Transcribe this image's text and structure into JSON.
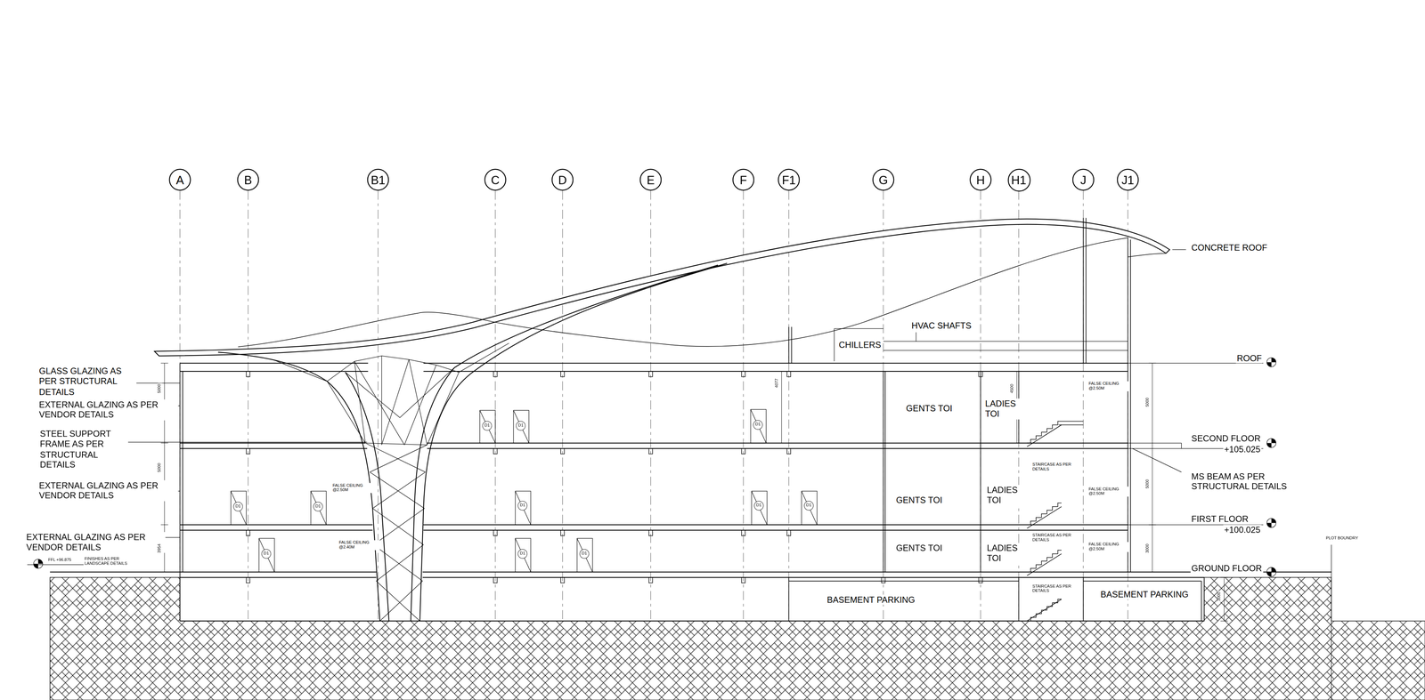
{
  "diagram": {
    "nodes": [
      {
        "text": [
          "A"
        ]
      },
      {
        "text": [
          "B"
        ]
      },
      {
        "text": [
          "B1"
        ]
      },
      {
        "text": [
          "C"
        ]
      },
      {
        "text": [
          "D"
        ]
      },
      {
        "text": [
          "E"
        ]
      },
      {
        "text": [
          "F"
        ]
      },
      {
        "text": [
          "F1"
        ]
      },
      {
        "text": [
          "G"
        ]
      },
      {
        "text": [
          "H"
        ]
      },
      {
        "text": [
          "H1"
        ]
      },
      {
        "text": [
          "J"
        ]
      },
      {
        "text": [
          "J1"
        ]
      }
    ],
    "labels": [
      "CONCRETE ROOF",
      "HVAC SHAFTS",
      "CHILLERS",
      "ROOF",
      "SECOND FLOOR",
      "+105.025",
      "MS BEAM AS PER STRUCTURAL DETAILS",
      "FIRST FLOOR",
      "+100.025",
      "GROUND FLOOR",
      "PLOT BOUNDRY",
      "GLASS GLAZING AS PER STRUCTURAL DETAILS",
      "EXTERNAL GLAZING AS PER VENDOR DETAILS",
      "STEEL SUPPORT FRAME AS PER STRUCTURAL DETAILS",
      "EXTERNAL GLAZING AS PER VENDOR DETAILS",
      "EXTERNAL GLAZING AS PER VENDOR DETAILS",
      "FFL +96.875",
      "FINISHES AS PER LANDSCAPE DETAILS",
      "GENTS TOI",
      "LADIES TOI",
      "GENTS TOI",
      "LADIES TOI",
      "GENTS TOI",
      "LADIES TOI",
      "BASEMENT PARKING",
      "BASEMENT PARKING",
      "STAIRCASE AS PER DETAILS",
      "STAIRCASE AS PER DETAILS",
      "STAIRCASE AS PER DETAILS",
      "FALSE CEILING @2.50M",
      "FALSE CEILING @2.40M",
      "FALSE CEILING @2.50M",
      "FALSE CEILING @2.50M",
      "FALSE CEILING @2.50M",
      "5000",
      "5000",
      "3954",
      "5000",
      "5000",
      "3000",
      "3000",
      "4500",
      "4077",
      "D1",
      "D1",
      "D1",
      "D1",
      "D1",
      "D1",
      "D1",
      "D1",
      "D1",
      "D1",
      "D1"
    ]
  }
}
